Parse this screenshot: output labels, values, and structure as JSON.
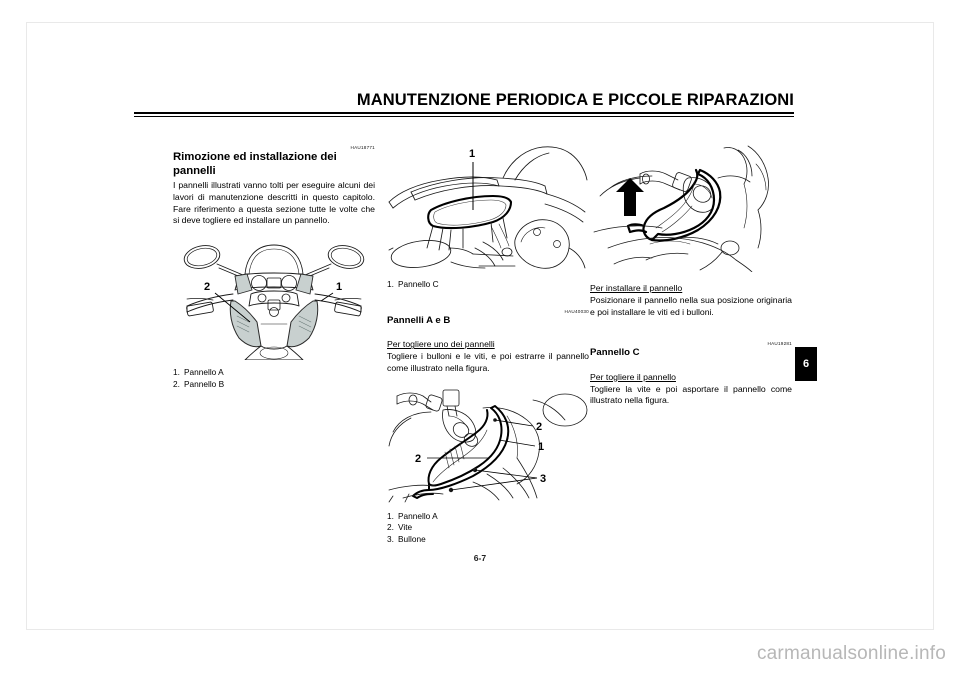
{
  "document": {
    "running_head": "MANUTENZIONE PERIODICA E PICCOLE RIPARAZIONI",
    "page_number": "6-7",
    "chapter_tab": "6",
    "watermark": "carmanualsonline.info"
  },
  "column_1": {
    "ref_code": "HAU18771",
    "section_title": "Rimozione ed installazione dei pannelli",
    "intro_paragraph": "I pannelli illustrati vanno tolti per eseguire alcuni dei lavori di manutenzione descritti in questo capitolo. Fare riferimento a questa sezione tutte le volte che si deve togliere ed installare un pannello.",
    "figure": {
      "name": "front-cockpit-panels-figure",
      "callouts": [
        "2",
        "1"
      ]
    },
    "legend": [
      {
        "num": "1.",
        "label": "Pannello A"
      },
      {
        "num": "2.",
        "label": "Pannello B"
      }
    ]
  },
  "column_2": {
    "figure_top": {
      "name": "rear-panel-c-figure",
      "callouts": [
        "1"
      ]
    },
    "legend_top": [
      {
        "num": "1.",
        "label": "Pannello C"
      }
    ],
    "ref_code": "HAU40030",
    "section_title": "Pannelli A e B",
    "sub_head_remove": "Per togliere uno dei pannelli",
    "paragraph_remove": "Togliere i bulloni e le viti, e poi estrarre il pannello come illustrato nella figura.",
    "figure_bottom": {
      "name": "panel-a-screws-bolts-figure",
      "callouts": [
        "2",
        "2",
        "1",
        "3"
      ]
    },
    "legend_bottom": [
      {
        "num": "1.",
        "label": "Pannello A"
      },
      {
        "num": "2.",
        "label": "Vite"
      },
      {
        "num": "3.",
        "label": "Bullone"
      }
    ]
  },
  "column_3": {
    "figure_top": {
      "name": "panel-install-arrow-figure",
      "callouts": []
    },
    "sub_head_install": "Per installare il pannello",
    "paragraph_install": "Posizionare il pannello nella sua posizione originaria e poi installare le viti ed i bulloni.",
    "ref_code": "HAU19281",
    "section_title": "Pannello C",
    "sub_head_remove": "Per togliere il pannello",
    "paragraph_remove": "Togliere la vite e poi asportare il pannello come illustrato nella figura."
  }
}
